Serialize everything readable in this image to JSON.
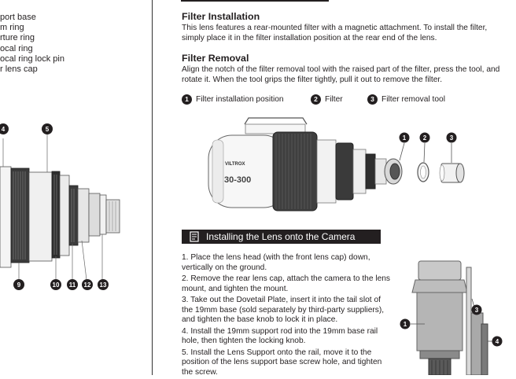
{
  "left": {
    "parts_list": [
      "port base",
      "m ring",
      "rture ring",
      "ocal ring",
      "ocal ring lock pin",
      "r lens cap"
    ],
    "callouts": [
      "4",
      "5",
      "9",
      "10",
      "11",
      "12",
      "13"
    ]
  },
  "filter_installation": {
    "title": "Filter Installation",
    "body": "This lens features a rear-mounted filter with a magnetic attachment. To install the filter, simply place it in the filter installation position at the rear end of the lens."
  },
  "filter_removal": {
    "title": "Filter Removal",
    "body": "Align the notch of the filter removal tool with the raised part of the filter, press the tool, and rotate it. When the tool grips the filter tightly, pull it out to remove the filter."
  },
  "legend": [
    {
      "num": "1",
      "label": "Filter installation position"
    },
    {
      "num": "2",
      "label": "Filter"
    },
    {
      "num": "3",
      "label": "Filter removal tool"
    }
  ],
  "lens_figure": {
    "brand_text": "VILTROX",
    "model_text": "30-300",
    "callouts": [
      "1",
      "2",
      "3"
    ]
  },
  "section": {
    "title": "Installing the Lens onto the Camera",
    "icon": "document-icon",
    "steps": [
      "1. Place the lens head (with the front lens cap) down, vertically on the ground.",
      "2. Remove the rear lens cap, attach the camera to the lens mount, and tighten the mount.",
      "3. Take out the Dovetail Plate, insert it into the tail slot of the 19mm base (sold separately by third-party suppliers), and tighten the base knob to lock it in place.",
      "4. Install the 19mm support rod into the 19mm base rail hole, then tighten the locking knob.",
      "5. Install the Lens Support onto the rail, move it to the position of the lens support base screw hole, and tighten the screw."
    ]
  },
  "camera_figure": {
    "callouts": [
      "1",
      "3",
      "4"
    ]
  }
}
